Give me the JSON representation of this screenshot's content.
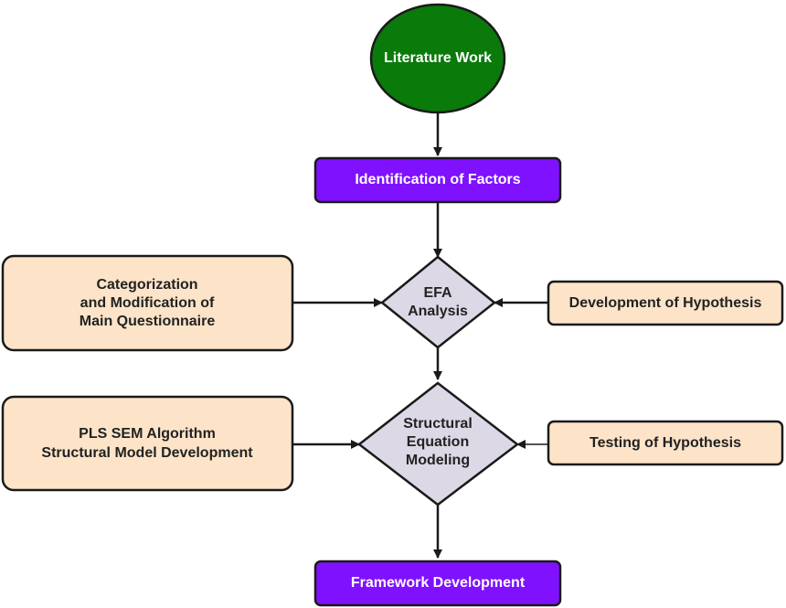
{
  "diagram": {
    "nodes": {
      "literature": {
        "label": "Literature Work"
      },
      "identification": {
        "label": "Identification of Factors"
      },
      "categorization": {
        "lines": [
          "Categorization",
          "and Modification of",
          "Main Questionnaire"
        ]
      },
      "efa": {
        "lines": [
          "EFA",
          "Analysis"
        ]
      },
      "hypothesis_dev": {
        "label": "Development of Hypothesis"
      },
      "pls": {
        "lines": [
          "PLS SEM Algorithm",
          "Structural Model Development"
        ]
      },
      "sem": {
        "lines": [
          "Structural",
          "Equation",
          "Modeling"
        ]
      },
      "hypothesis_test": {
        "label": "Testing of Hypothesis"
      },
      "framework": {
        "label": "Framework Development"
      }
    },
    "colors": {
      "start_fill": "#0a7a0a",
      "process_fill": "#7f11ff",
      "input_fill": "#fde4c9",
      "decision_fill": "#ddd8e6",
      "stroke": "#1a1a1a"
    }
  }
}
